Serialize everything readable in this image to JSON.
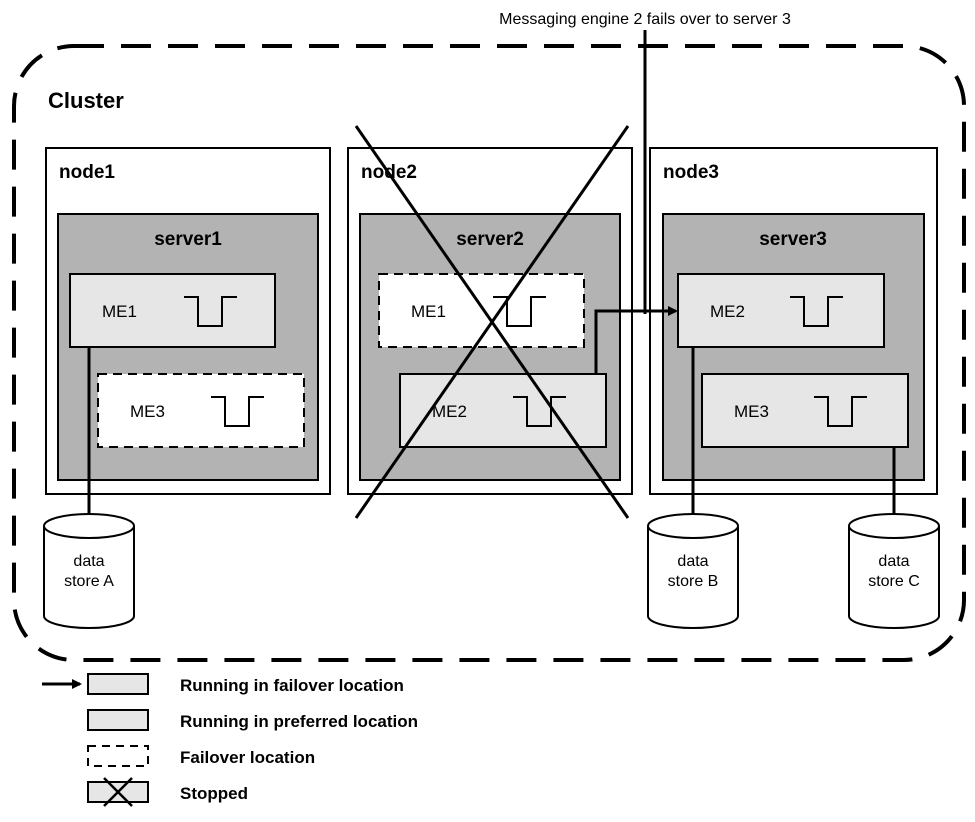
{
  "caption": "Messaging engine 2 fails over to server 3",
  "cluster": {
    "label": "Cluster"
  },
  "nodes": [
    {
      "label": "node1",
      "server": "server1",
      "engines": [
        {
          "label": "ME1"
        },
        {
          "label": "ME3"
        }
      ]
    },
    {
      "label": "node2",
      "server": "server2",
      "engines": [
        {
          "label": "ME1"
        },
        {
          "label": "ME2"
        }
      ]
    },
    {
      "label": "node3",
      "server": "server3",
      "engines": [
        {
          "label": "ME2"
        },
        {
          "label": "ME3"
        }
      ]
    }
  ],
  "data_stores": [
    {
      "line1": "data",
      "line2": "store A"
    },
    {
      "line1": "data",
      "line2": "store B"
    },
    {
      "line1": "data",
      "line2": "store C"
    }
  ],
  "legend": [
    {
      "label": "Running in failover location"
    },
    {
      "label": "Running in preferred location"
    },
    {
      "label": "Failover location"
    },
    {
      "label": "Stopped"
    }
  ],
  "colors": {
    "server_fill": "#b3b3b3",
    "engine_fill": "#e6e6e6",
    "failover_fill": "#ffffff",
    "stroke": "#000000"
  }
}
